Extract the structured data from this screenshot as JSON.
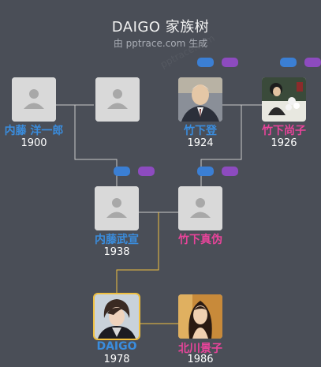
{
  "header": {
    "title": "DAIGO 家族树",
    "subtitle": "由 pptrace.com 生成",
    "watermark": "pptrace.com"
  },
  "people": {
    "uchito_yoichiro": {
      "name": "内藤 洋一郎",
      "year": "1900",
      "gender": "male",
      "photo": "placeholder"
    },
    "unknown_spouse": {
      "name": "",
      "year": "",
      "gender": "female",
      "photo": "placeholder"
    },
    "takeshita_noboru": {
      "name": "竹下登",
      "year": "1924",
      "gender": "male",
      "photo": "portrait"
    },
    "takeshita_naoko": {
      "name": "竹下尚子",
      "year": "1926",
      "gender": "female",
      "photo": "portrait"
    },
    "naito_takenori": {
      "name": "内藤武宣",
      "year": "1938",
      "gender": "male",
      "photo": "placeholder"
    },
    "takeshita_maya": {
      "name": "竹下真伪",
      "year": "",
      "gender": "female",
      "photo": "placeholder"
    },
    "daigo": {
      "name": "DAIGO",
      "year": "1978",
      "gender": "male",
      "photo": "portrait",
      "highlight": true
    },
    "kitagawa_keiko": {
      "name": "北川景子",
      "year": "1986",
      "gender": "female",
      "photo": "portrait"
    }
  },
  "colors": {
    "background": "#4a4e57",
    "male_name": "#3a8dde",
    "female_name": "#e8449a",
    "line": "#c9c9c9",
    "highlight_line": "#f0c040",
    "toggle_blue": "#3b7fd4",
    "toggle_purple": "#8d4bbf"
  }
}
